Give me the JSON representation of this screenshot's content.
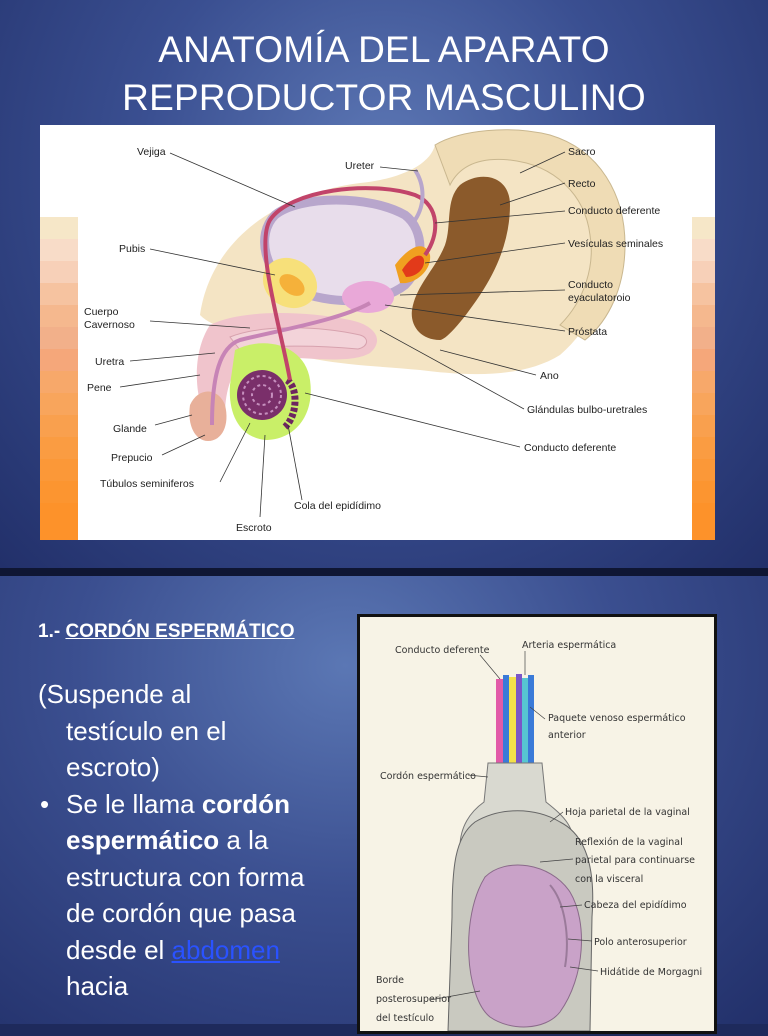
{
  "slide1": {
    "title_line1": "ANATOMÍA DEL APARATO",
    "title_line2": "REPRODUCTOR MASCULINO",
    "figure_labels": {
      "vejiga": "Vejiga",
      "ureter": "Ureter",
      "sacro": "Sacro",
      "recto": "Recto",
      "conducto_deferente_top": "Conducto deferente",
      "vesiculas": "Vesículas seminales",
      "conducto_eyac_1": "Conducto",
      "conducto_eyac_2": "eyaculatoroio",
      "prostata": "Próstata",
      "ano": "Ano",
      "glandulas": "Glándulas bulbo-uretrales",
      "conducto_deferente_bottom": "Conducto deferente",
      "pubis": "Pubis",
      "cuerpo_1": "Cuerpo",
      "cuerpo_2": "Cavernoso",
      "uretra": "Uretra",
      "pene": "Pene",
      "glande": "Glande",
      "prepucio": "Prepucio",
      "tubulos": "Túbulos  seminiferos",
      "cola": "Cola del epidídimo",
      "escroto": "Escroto"
    }
  },
  "slide2": {
    "heading_prefix": "1.- ",
    "heading_main": "CORDÓN ESPERMÁTICO",
    "paren_line1": "(Suspende al",
    "paren_line2": "testículo en el",
    "paren_line3": "escroto)",
    "bullet_char": "•",
    "bullet_p1": "Se le llama ",
    "bullet_bold": "cordón espermático",
    "bullet_p2": " a la estructura con forma de cordón que pasa desde el ",
    "bullet_link": "abdomen",
    "bullet_p3": " hacia",
    "figure_labels": {
      "conducto_deferente": "Conducto deferente",
      "arteria": "Arteria espermática",
      "paquete_1": "Paquete venoso espermático",
      "paquete_2": "anterior",
      "cordon": "Cordón espermático",
      "hoja": "Hoja parietal de la vaginal",
      "reflexion_1": "Reflexión de la vaginal",
      "reflexion_2": "parietal para continuarse",
      "reflexion_3": "con la visceral",
      "cabeza": "Cabeza del epidídimo",
      "polo": "Polo anterosuperior",
      "hidatide": "Hidátide de Morgagni",
      "borde_1": "Borde",
      "borde_2": "posterosuperior",
      "borde_3": "del testículo"
    }
  },
  "colors": {
    "slide_bg": "#3a4f91",
    "title_text": "#ffffff",
    "link": "#2a52ff"
  }
}
